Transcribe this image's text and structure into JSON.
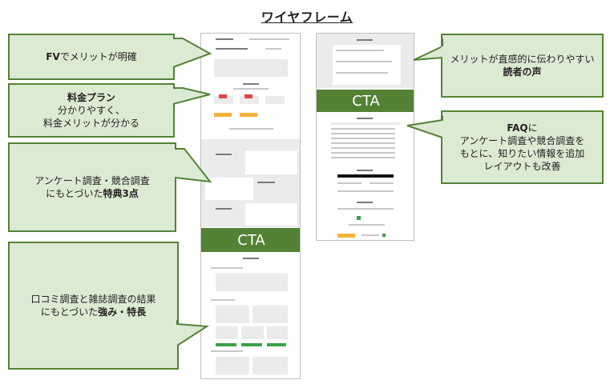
{
  "title": "ワイヤフレーム",
  "callouts": {
    "fv": {
      "bold": "FV",
      "text": "でメリットが明確"
    },
    "plan": {
      "bold": "料金プラン",
      "line2": "分かりやすく、",
      "line3": "料金メリットが分かる"
    },
    "perks": {
      "line1": "アンケート調査・競合調査",
      "line2_pre": "にもとづいた",
      "line2_bold": "特典3点"
    },
    "strengths": {
      "line1": "口コミ調査と雑誌調査の結果",
      "line2_pre": "にもとづいた",
      "line2_bold": "強み・特長"
    },
    "voice": {
      "line1": "メリットが直感的に伝わりやすい",
      "bold": "読者の声"
    },
    "faq": {
      "bold": "FAQ",
      "bold_suffix": "に",
      "line2": "アンケート調査や競合調査を",
      "line3": "もとに、知りたい情報を追加",
      "line4": "レイアウトも改善"
    }
  },
  "wireframes": {
    "left": {
      "cta_label": "CTA"
    },
    "right": {
      "cta_label": "CTA"
    }
  },
  "colors": {
    "callout_fill": "#dbead3",
    "callout_border": "#548235",
    "cta": "#548235"
  }
}
